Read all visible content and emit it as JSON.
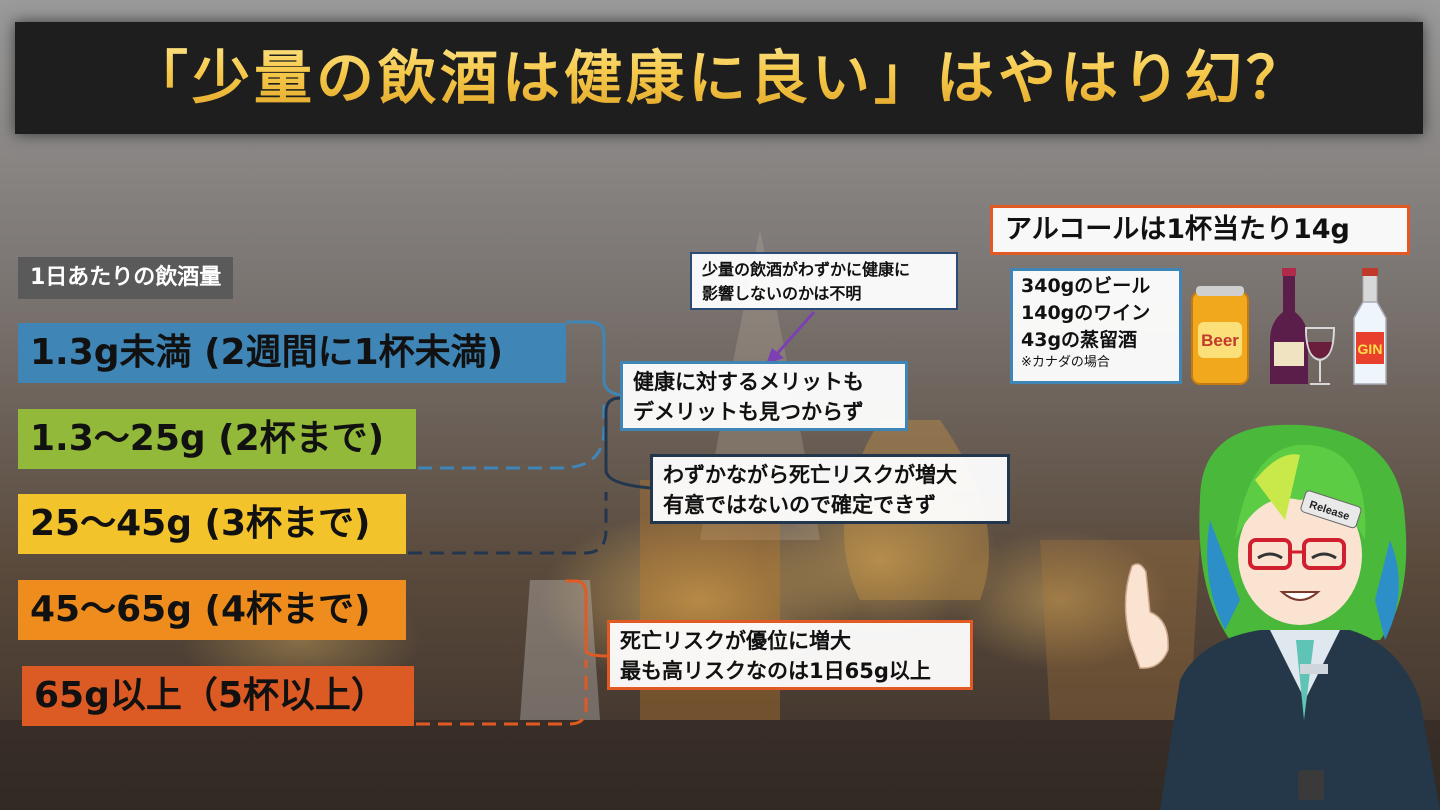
{
  "title": "「少量の飲酒は健康に良い」はやはり幻？",
  "daily_label": "1日あたりの飲酒量",
  "rows": [
    {
      "label": "1.3g未満 (2週間に1杯未満)",
      "color": "#3f86b7"
    },
    {
      "label": "1.3～25g (2杯まで)",
      "color": "#93b93a"
    },
    {
      "label": "25～45g (3杯まで)",
      "color": "#f2c32a"
    },
    {
      "label": "45～65g (4杯まで)",
      "color": "#ee8c1d"
    },
    {
      "label": "65g以上（5杯以上）",
      "color": "#dc5a24"
    }
  ],
  "notes": {
    "top": {
      "line1": "少量の飲酒がわずかに健康に",
      "line2": "影響しないのかは不明"
    },
    "blue": {
      "line1": "健康に対するメリットも",
      "line2": "デメリットも見つからず"
    },
    "dark": {
      "line1": "わずかながら死亡リスクが増大",
      "line2": "有意ではないので確定できず"
    },
    "orange": {
      "line1": "死亡リスクが優位に増大",
      "line2": "最も高リスクなのは1日65g以上"
    }
  },
  "alcohol": {
    "title": "アルコールは1杯当たり14g",
    "items": [
      "340gのビール",
      "140gのワイン",
      "43gの蒸留酒"
    ],
    "footnote": "※カナダの場合",
    "beer_can_label": "Beer",
    "gin_label": "GIN"
  },
  "character": {
    "clip_text": "Release"
  },
  "colors": {
    "title_gold": "#f6c94a",
    "blue": "#3f86b7",
    "green": "#93b93a",
    "yellow": "#f2c32a",
    "orange": "#ee8c1d",
    "red": "#dc5a24",
    "navy": "#22364e"
  }
}
